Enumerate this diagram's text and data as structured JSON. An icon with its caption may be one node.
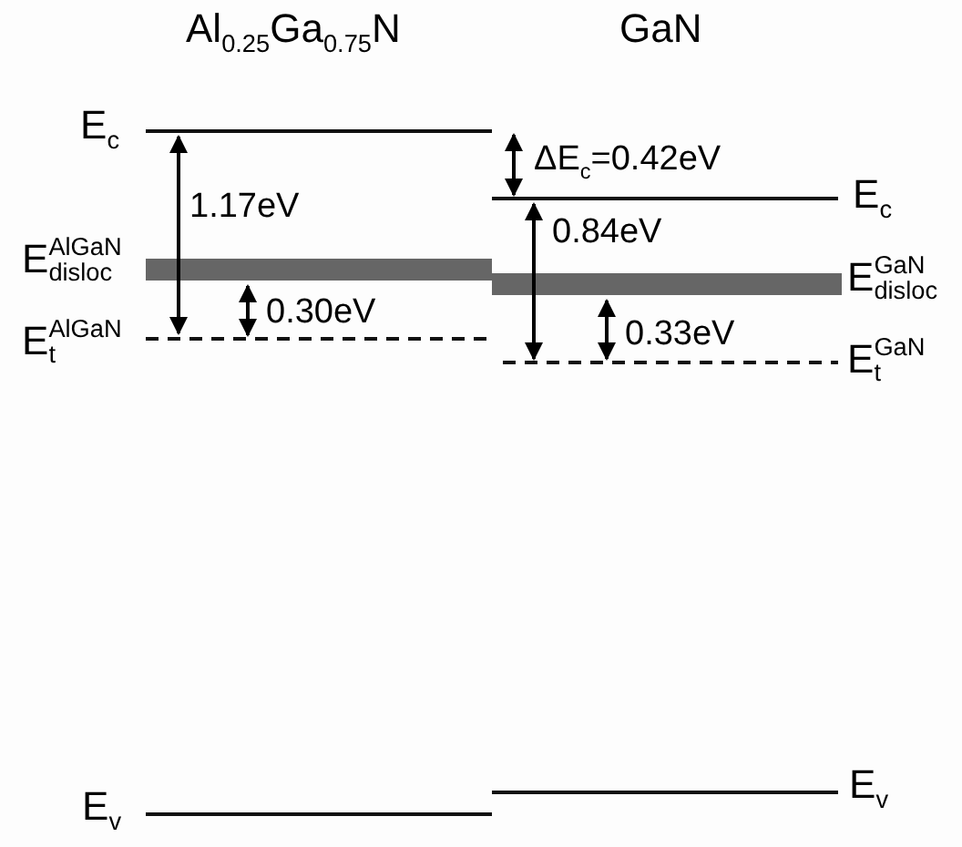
{
  "diagram": {
    "labels": [
      "Al$_{0.25}$Ga$_{0.75}$N",
      "GaN",
      "E$_{c}$",
      "ΔE$_{c}$=0.42eV",
      "1.17eV",
      "E$_{c}$",
      "0.84eV",
      "E$^{AlGaN}$$_{disloc}$",
      "E$^{GaN}$$_{disloc}$",
      "0.30eV",
      "0.33eV",
      "E$^{AlGaN}$$_{t}$",
      "E$^{GaN}$$_{t}$",
      "E$_{v}$",
      "E$_{v}$"
    ]
  }
}
